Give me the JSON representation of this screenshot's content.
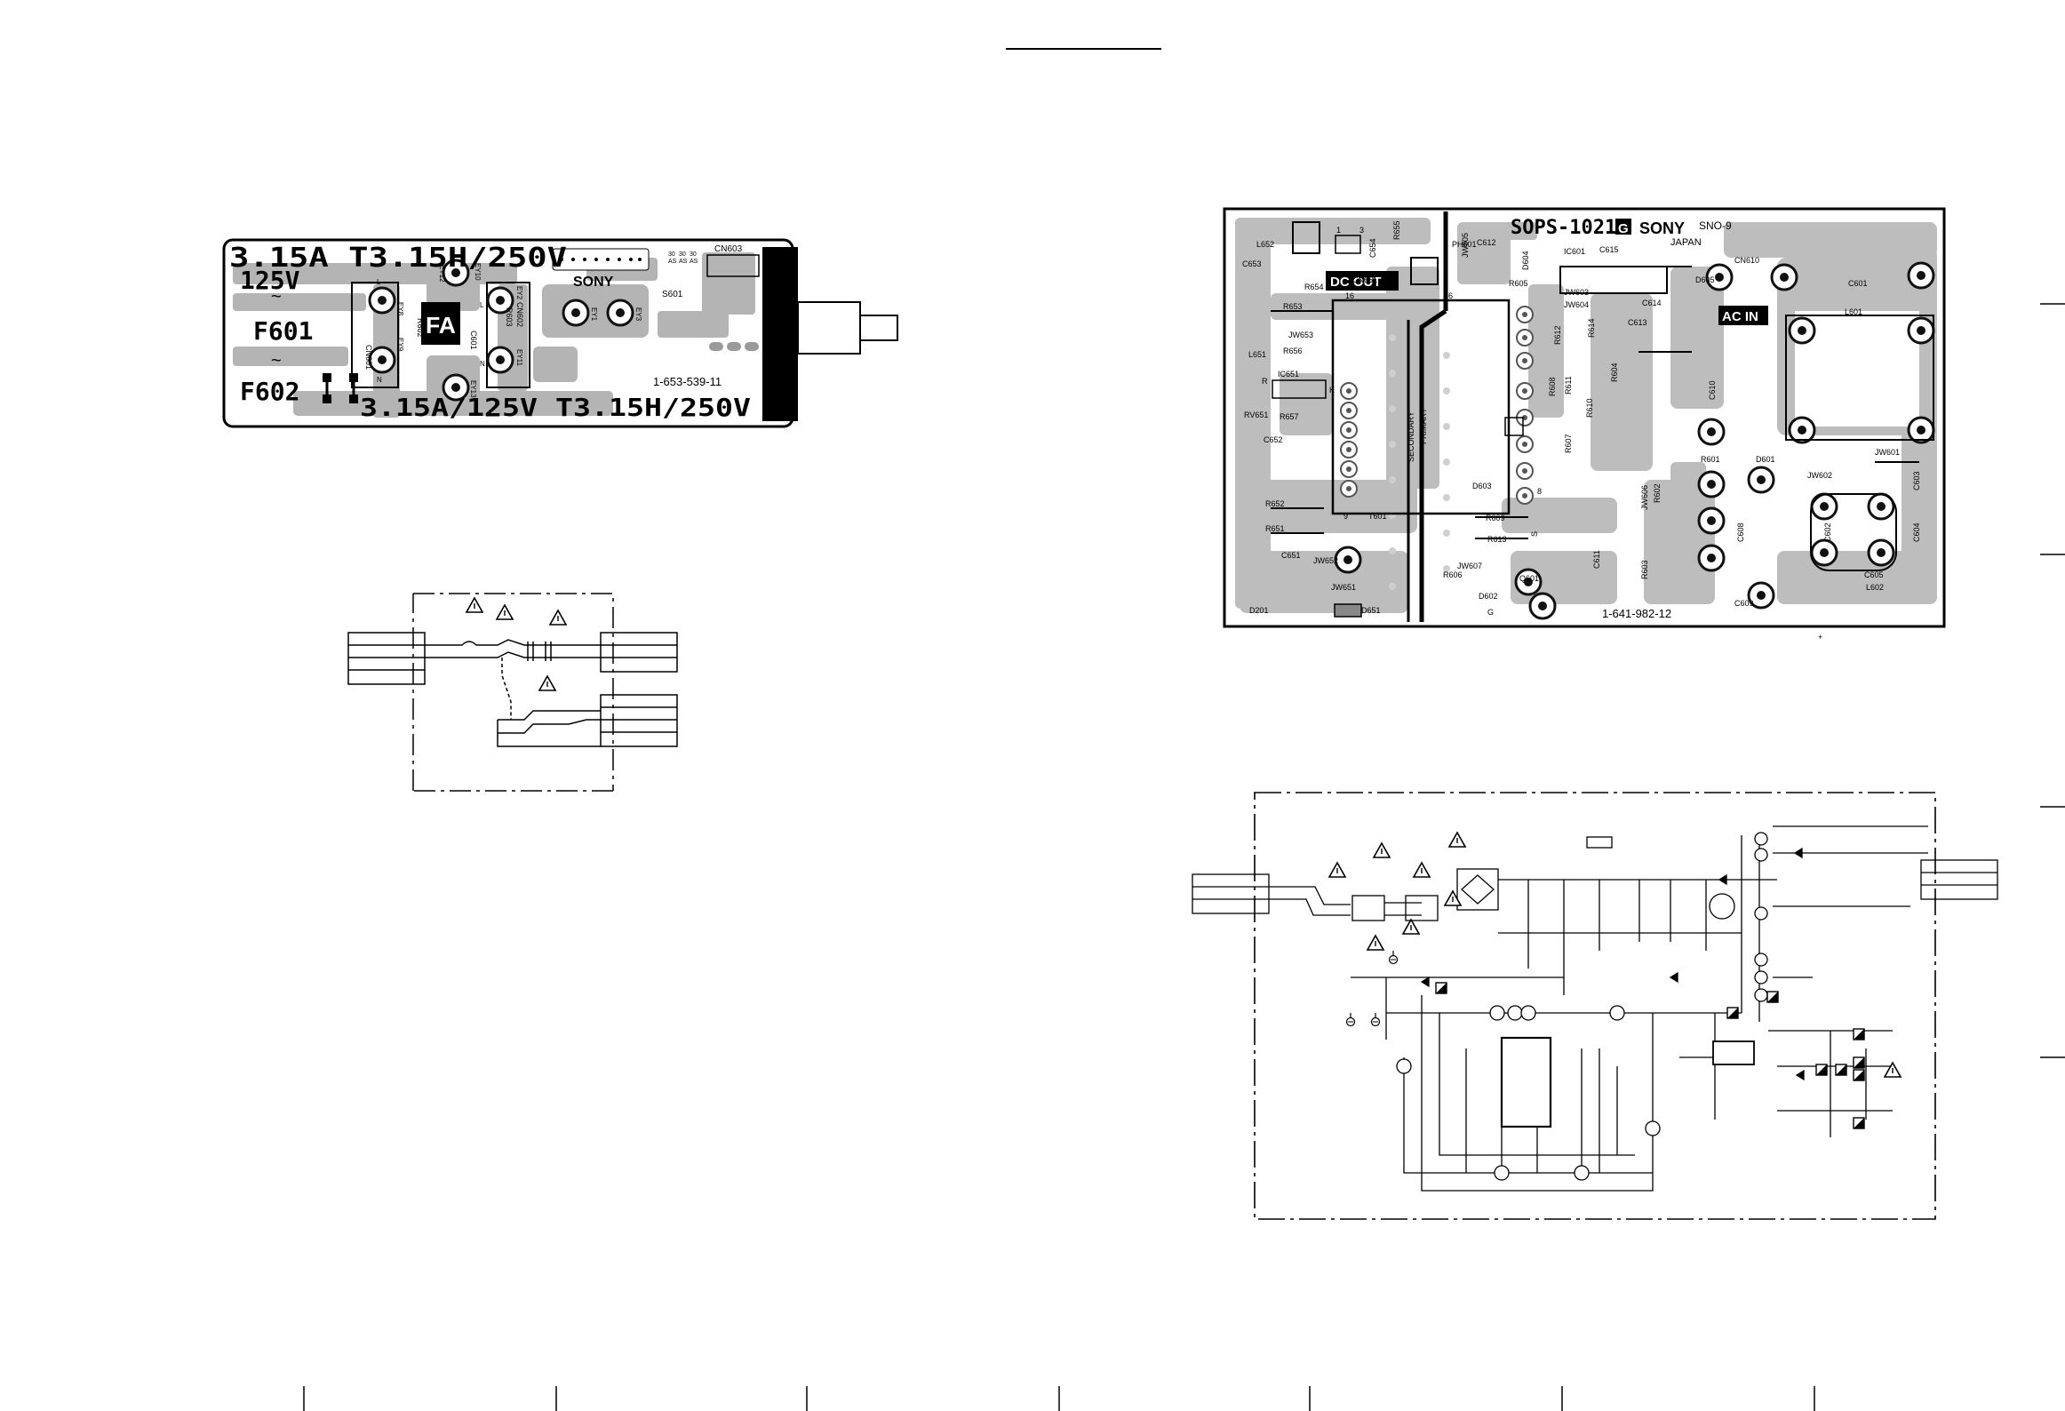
{
  "fa_board": {
    "rating_top": "3.15A T3.15H/250V",
    "voltage_left": "125V",
    "fuse1": "F601",
    "fuse2": "F602",
    "rating_bottom": "3.15A/125V T3.15H/250V",
    "brand": "SONY",
    "board_label": "FA",
    "part_number": "1-653-539-11",
    "connectors": [
      "CN601",
      "CN602",
      "CN603"
    ],
    "switch": "S601",
    "cap": "C601",
    "resistors": [
      "R602",
      "R603"
    ],
    "eyelets": [
      "EY8",
      "EY9",
      "EY10",
      "EY11",
      "EY12",
      "EY13",
      "EY1",
      "EY2",
      "EY3"
    ],
    "pin_labels": [
      "L",
      "N",
      "L",
      "N"
    ],
    "switch_marks": [
      "AS",
      "AS",
      "AS",
      "30",
      "30",
      "30"
    ]
  },
  "sops_board": {
    "model": "SOPS-1021",
    "model_suffix": "G",
    "brand": "SONY",
    "country": "JAPAN",
    "cert": "SNO-9",
    "dc_out": "DC OUT",
    "ac_in": "AC IN",
    "part_number": "1-641-982-12",
    "side_secondary": "SECONDARY",
    "side_primary": "PRIMARY",
    "labels": [
      "L652",
      "C653",
      "R654",
      "CN651",
      "C654",
      "R655",
      "R653",
      "JW653",
      "R656",
      "L651",
      "IC651",
      "R",
      "K",
      "RV651",
      "R657",
      "C652",
      "R652",
      "R651",
      "C651",
      "JW652",
      "JW651",
      "D201",
      "D651",
      "T601",
      "9",
      "16",
      "6",
      "8",
      "1",
      "3",
      "PH601",
      "JW605",
      "C612",
      "IC601",
      "C615",
      "D604",
      "R605",
      "JW603",
      "JW604",
      "C614",
      "C613",
      "D605",
      "CN610",
      "C601",
      "L601",
      "R612",
      "R614",
      "R604",
      "R608",
      "R611",
      "R610",
      "R607",
      "C610",
      "D603",
      "R609",
      "R613",
      "JW607",
      "R606",
      "D602",
      "Q601",
      "G",
      "S",
      "C611",
      "JW606",
      "R602",
      "R603",
      "R601",
      "D601",
      "C608",
      "C602",
      "JW602",
      "JW601",
      "C603",
      "C604",
      "C605",
      "L602",
      "C609",
      "+"
    ]
  }
}
